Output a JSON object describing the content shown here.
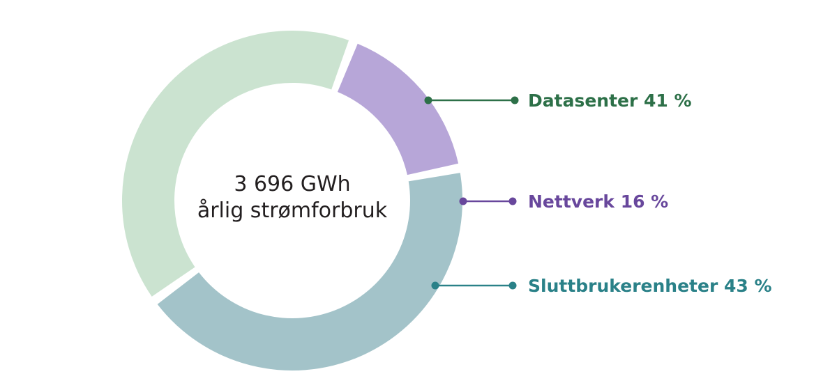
{
  "chart_data": {
    "type": "pie",
    "title": "",
    "subtitle": "",
    "variant": "donut",
    "center_label": {
      "line1": "3 696 GWh",
      "line2": "årlig strømforbruk",
      "value": 3696,
      "unit": "GWh"
    },
    "categories": [
      "Datasenter",
      "Nettverk",
      "Sluttbrukerenheter"
    ],
    "values": [
      41,
      16,
      43
    ],
    "value_unit": "%",
    "slices": [
      {
        "label": "Datasenter",
        "value": 41,
        "value_text": "41 %",
        "full_label": "Datasenter 41 %",
        "fill": "#cbe3d0",
        "accent": "#2d7048",
        "start_angle": 234,
        "end_angle": 381
      },
      {
        "label": "Nettverk",
        "value": 16,
        "value_text": "16 %",
        "full_label": "Nettverk 16 %",
        "fill": "#b7a6d8",
        "accent": "#68479c",
        "start_angle": 21,
        "end_angle": 79
      },
      {
        "label": "Sluttbrukerenheter",
        "value": 43,
        "value_text": "43 %",
        "full_label": "Sluttbrukerenheter 43 %",
        "fill": "#a3c3c9",
        "accent": "#2a8188",
        "start_angle": 79,
        "end_angle": 234
      }
    ],
    "legend_position": "right-callouts",
    "grid": false,
    "xlabel": "",
    "ylabel": "",
    "background": "#ffffff"
  }
}
